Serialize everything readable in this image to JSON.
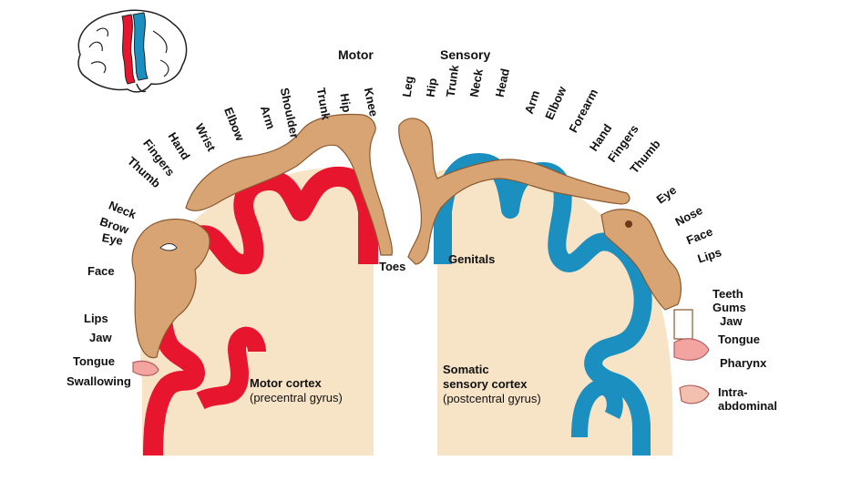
{
  "headers": {
    "motor": "Motor",
    "sensory": "Sensory"
  },
  "motor_labels": [
    "Toes",
    "Knee",
    "Hip",
    "Trunk",
    "Shoulder",
    "Arm",
    "Elbow",
    "Wrist",
    "Hand",
    "Fingers",
    "Thumb",
    "Neck",
    "Brow",
    "Eye",
    "Face",
    "Lips",
    "Jaw",
    "Tongue",
    "Swallowing"
  ],
  "sensory_labels": [
    "Genitals",
    "Leg",
    "Hip",
    "Trunk",
    "Neck",
    "Head",
    "Arm",
    "Elbow",
    "Forearm",
    "Hand",
    "Fingers",
    "Thumb",
    "Eye",
    "Nose",
    "Face",
    "Lips",
    "Teeth",
    "Gums",
    "Jaw",
    "Tongue",
    "Pharynx",
    "Intra-",
    "abdominal"
  ],
  "motor_cortex": {
    "title": "Motor cortex",
    "subtitle": "(precentral gyrus)"
  },
  "sensory_cortex": {
    "title_line1": "Somatic",
    "title_line2": "sensory cortex",
    "subtitle": "(postcentral gyrus)"
  },
  "colors": {
    "motor": "#e8152f",
    "sensory": "#1a8fc0",
    "tissue": "#f7e4c6",
    "skin": "#d9a474"
  }
}
